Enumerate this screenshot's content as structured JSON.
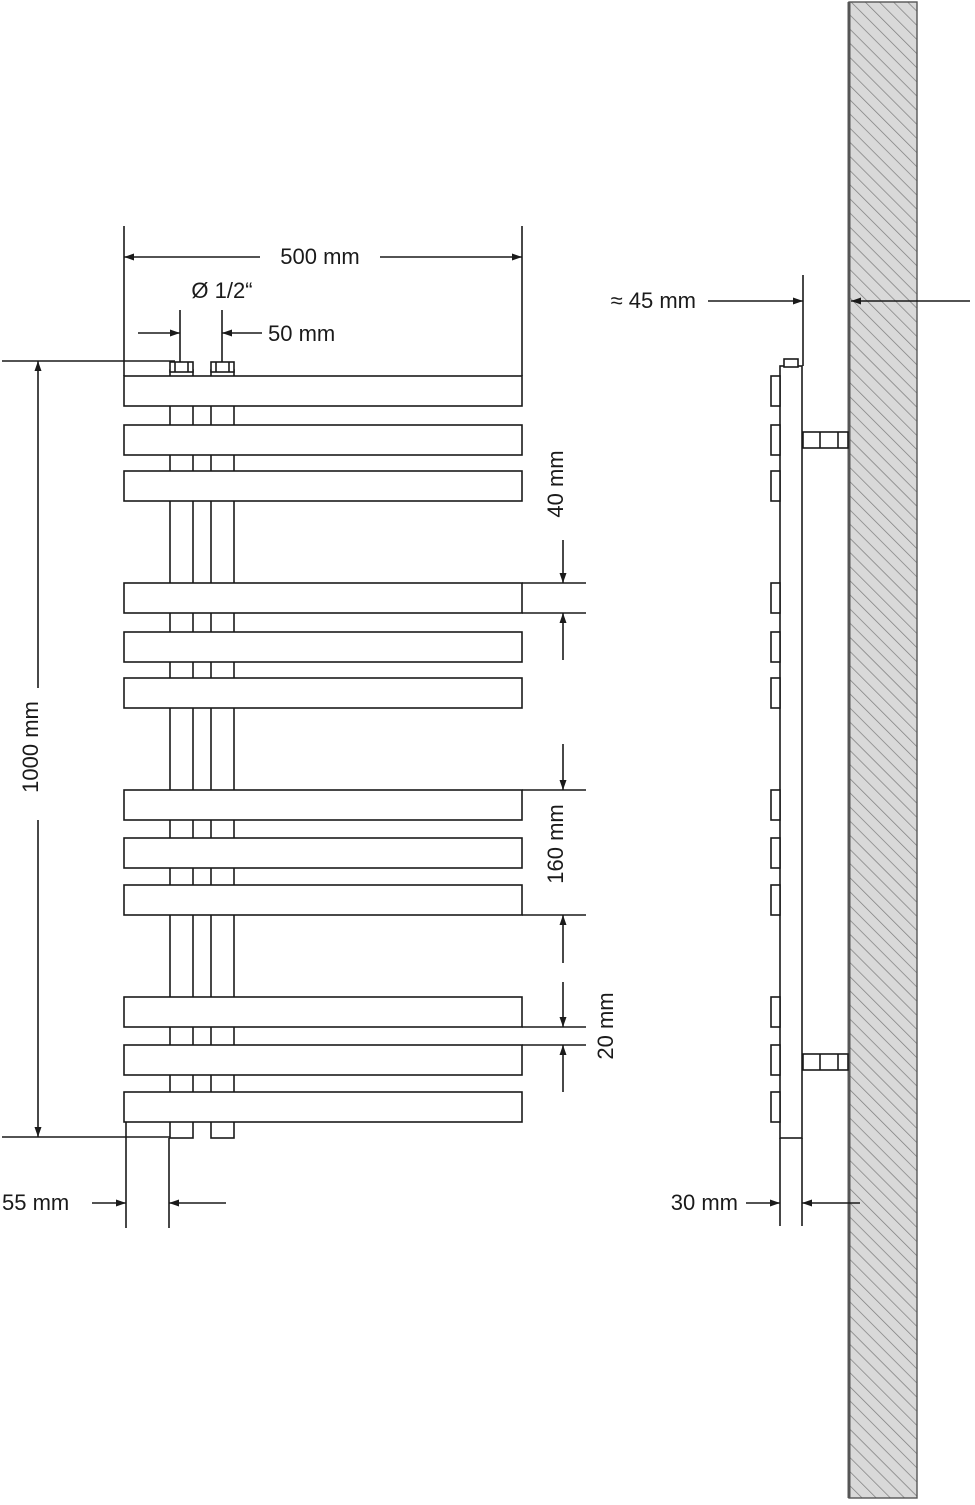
{
  "front_view": {
    "width_label": "500 mm",
    "connection_diameter_label": "Ø 1/2“",
    "connection_spacing_label": "50 mm",
    "height_label": "1000 mm",
    "bar_height_label": "40 mm",
    "group_spacing_label": "160 mm",
    "bar_gap_label": "20 mm",
    "collector_offset_label": "55 mm"
  },
  "side_view": {
    "wall_distance_label": "≈ 45 mm",
    "depth_label": "30 mm"
  },
  "colors": {
    "line": "#1a1a1a",
    "wall_fill": "#d9d9d9",
    "wall_hatch": "#7a7a7a"
  }
}
